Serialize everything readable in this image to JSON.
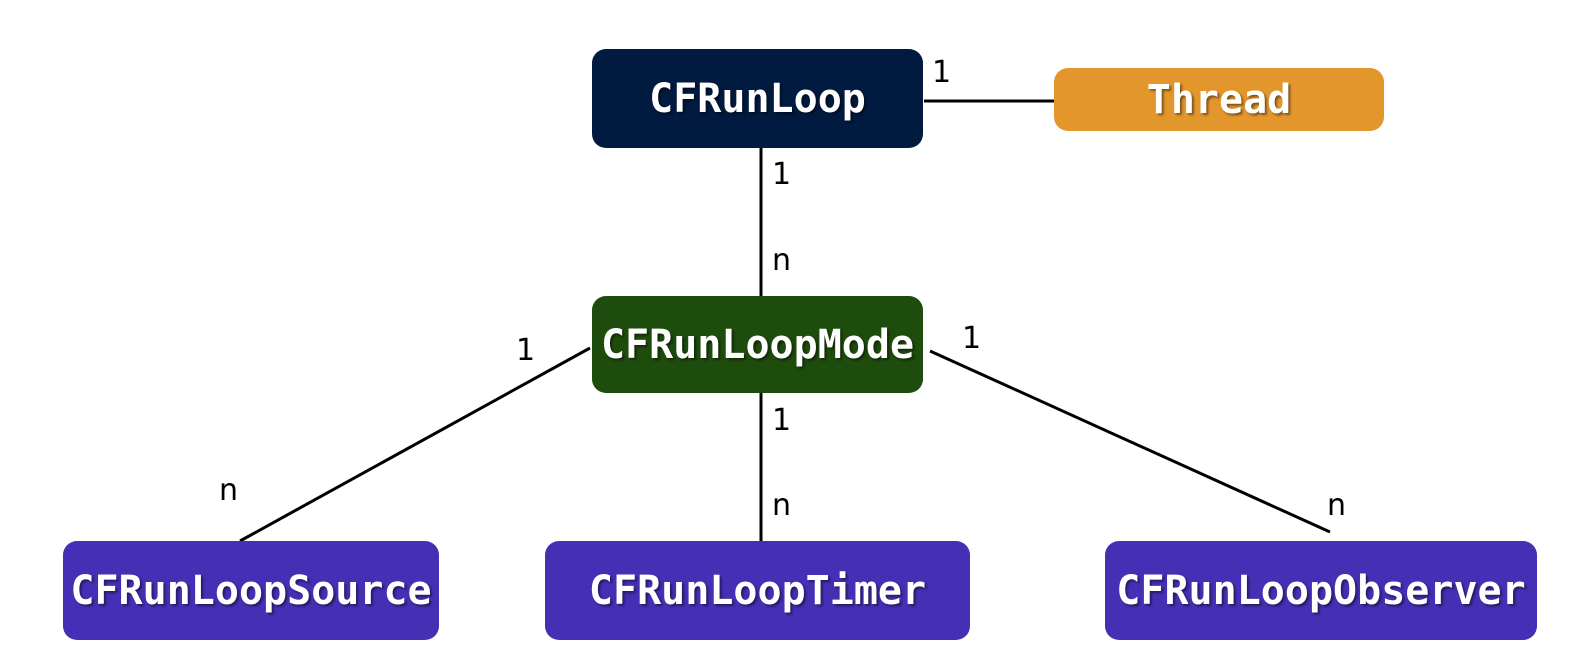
{
  "colors": {
    "runloop": "#001a40",
    "thread": "#e3962c",
    "mode": "#1e4c0c",
    "item": "#452fb4",
    "edge": "#000000"
  },
  "nodes": {
    "runloop": "CFRunLoop",
    "thread": "Thread",
    "mode": "CFRunLoopMode",
    "source": "CFRunLoopSource",
    "timer": "CFRunLoopTimer",
    "observer": "CFRunLoopObserver"
  },
  "edges": {
    "runloop_thread": {
      "from": "1"
    },
    "runloop_mode": {
      "from": "1",
      "to": "n"
    },
    "mode_source": {
      "from": "1",
      "to": "n"
    },
    "mode_timer": {
      "from": "1",
      "to": "n"
    },
    "mode_observer": {
      "from": "1",
      "to": "n"
    }
  }
}
